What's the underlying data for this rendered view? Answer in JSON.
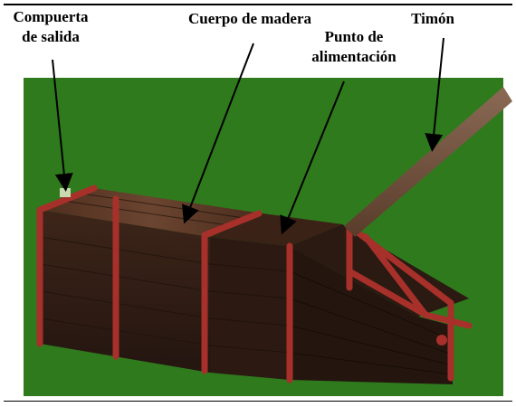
{
  "labels": {
    "exit_gate": [
      "Compuerta",
      "de salida"
    ],
    "wood_body": "Cuerpo de madera",
    "feed_point": [
      "Punto de",
      "alimentación"
    ],
    "tongue": "Timón"
  },
  "colors": {
    "background": "#2f7a1d",
    "wood_dark": "#3a2418",
    "wood_mid": "#5a3826",
    "frame_red": "#a8302a",
    "arrow": "#000000"
  }
}
